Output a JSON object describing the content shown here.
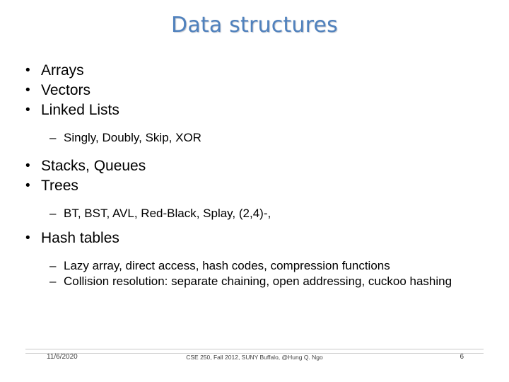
{
  "slide": {
    "title": "Data structures",
    "bullet_glyph": "•",
    "dash_glyph": "–",
    "body": [
      {
        "level": 1,
        "text": "Arrays"
      },
      {
        "level": 1,
        "text": "Vectors"
      },
      {
        "level": 1,
        "text": "Linked Lists"
      },
      {
        "level": 2,
        "text": "Singly, Doubly, Skip, XOR"
      },
      {
        "level": 1,
        "text": "Stacks, Queues"
      },
      {
        "level": 1,
        "text": "Trees"
      },
      {
        "level": 2,
        "text": "BT, BST, AVL, Red-Black, Splay, (2,4)-,"
      },
      {
        "level": 1,
        "text": "Hash tables"
      },
      {
        "level": 2,
        "text": "Lazy array, direct access, hash codes, compression functions"
      },
      {
        "level": 2,
        "text": "Collision resolution: separate chaining, open addressing, cuckoo hashing"
      }
    ],
    "footer": {
      "date": "11/6/2020",
      "center": "CSE 250, Fall 2012, SUNY Buffalo, @Hung Q. Ngo",
      "page": "6"
    },
    "colors": {
      "title": "#4f81bd",
      "text": "#000000",
      "footer": "#404040"
    }
  }
}
